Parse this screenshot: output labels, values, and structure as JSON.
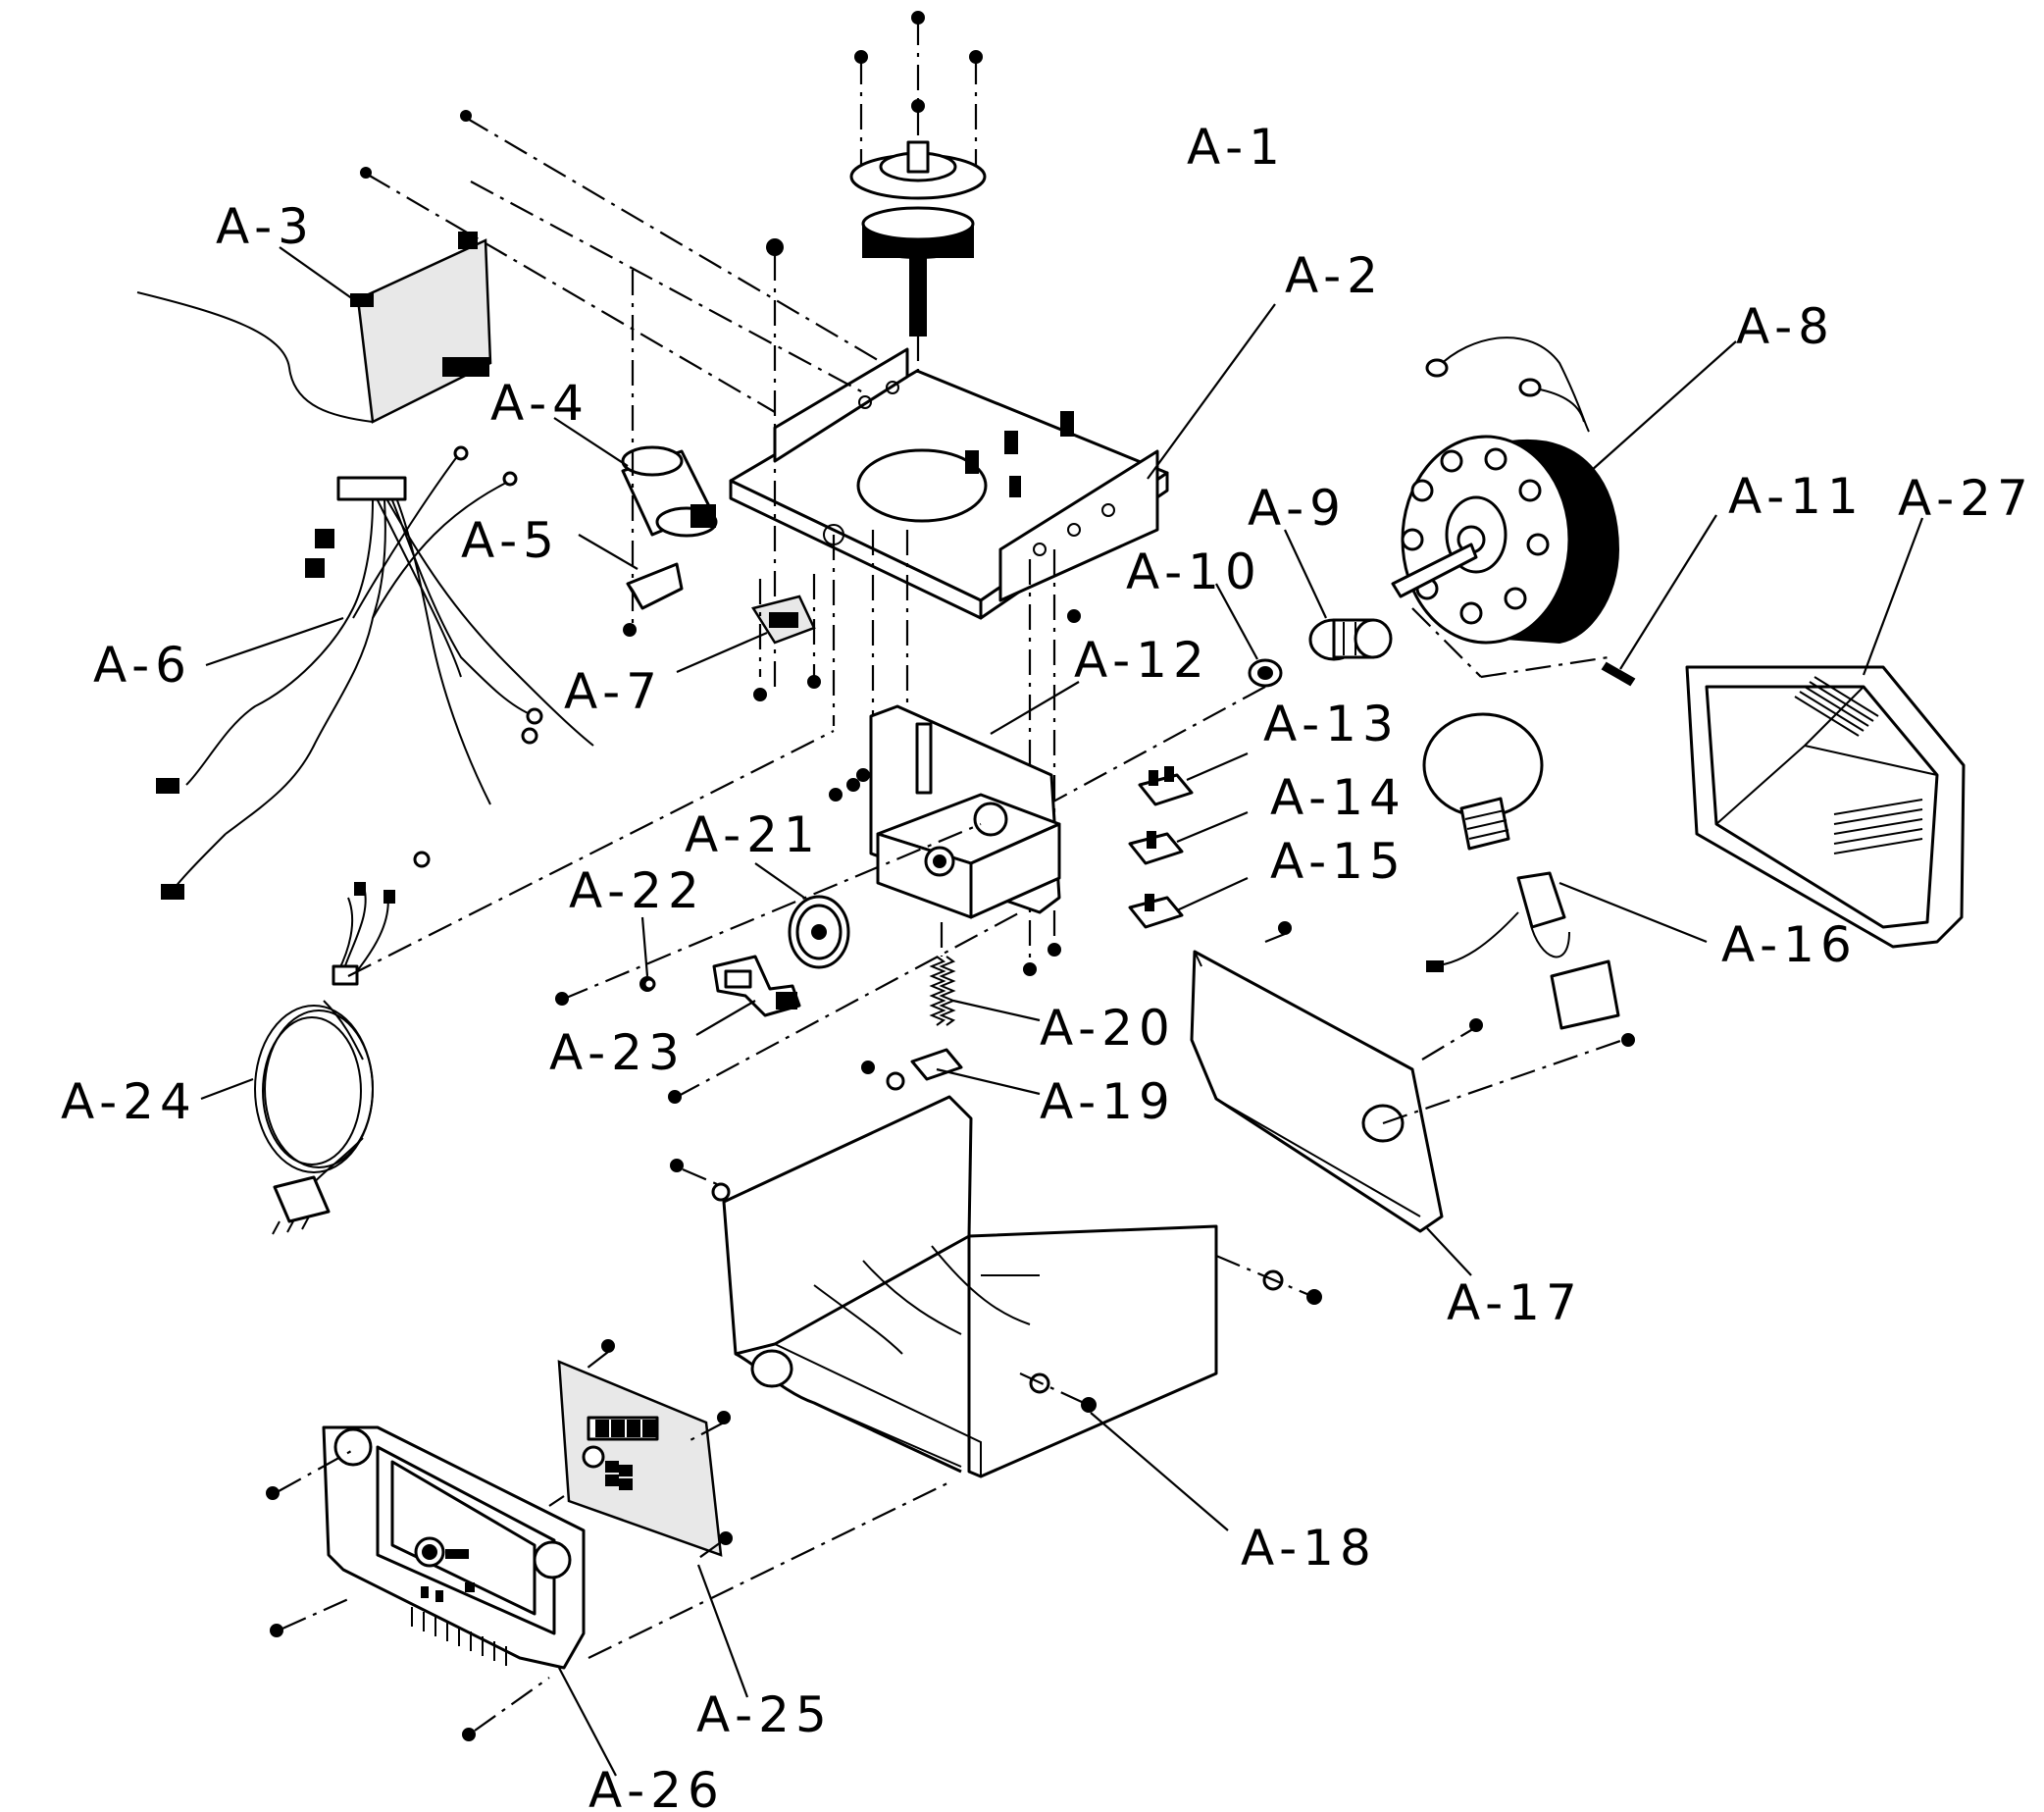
{
  "labels": {
    "a1": "A-1",
    "a2": "A-2",
    "a3": "A-3",
    "a4": "A-4",
    "a5": "A-5",
    "a6": "A-6",
    "a7": "A-7",
    "a8": "A-8",
    "a9": "A-9",
    "a10": "A-10",
    "a11": "A-11",
    "a12": "A-12",
    "a13": "A-13",
    "a14": "A-14",
    "a15": "A-15",
    "a16": "A-16",
    "a17": "A-17",
    "a18": "A-18",
    "a19": "A-19",
    "a20": "A-20",
    "a21": "A-21",
    "a22": "A-22",
    "a23": "A-23",
    "a24": "A-24",
    "a25": "A-25",
    "a26": "A-26",
    "a27": "A-27"
  }
}
